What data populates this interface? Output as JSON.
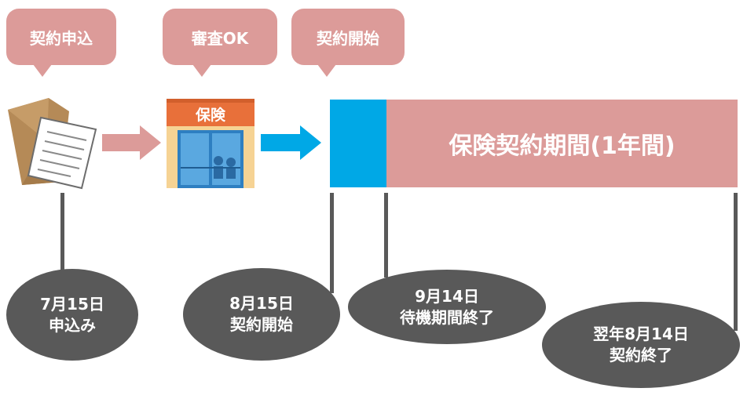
{
  "steps": {
    "apply_label": "契約申込",
    "review_label": "審査OK",
    "start_label": "契約開始"
  },
  "store_sign": "保険",
  "period_label": "保険契約期間(1年間)",
  "milestones": {
    "apply": {
      "date": "7月15日",
      "text": "申込み"
    },
    "start": {
      "date": "8月15日",
      "text": "契約開始"
    },
    "waiting_end": {
      "date": "9月14日",
      "text": "待機期間終了"
    },
    "contract_end": {
      "date": "翌年8月14日",
      "text": "契約終了"
    }
  },
  "colors": {
    "callout_pink": "#dc9b99",
    "waiting_blue": "#00a8e6",
    "dark_gray": "#595959",
    "store_orange": "#e8703a"
  }
}
